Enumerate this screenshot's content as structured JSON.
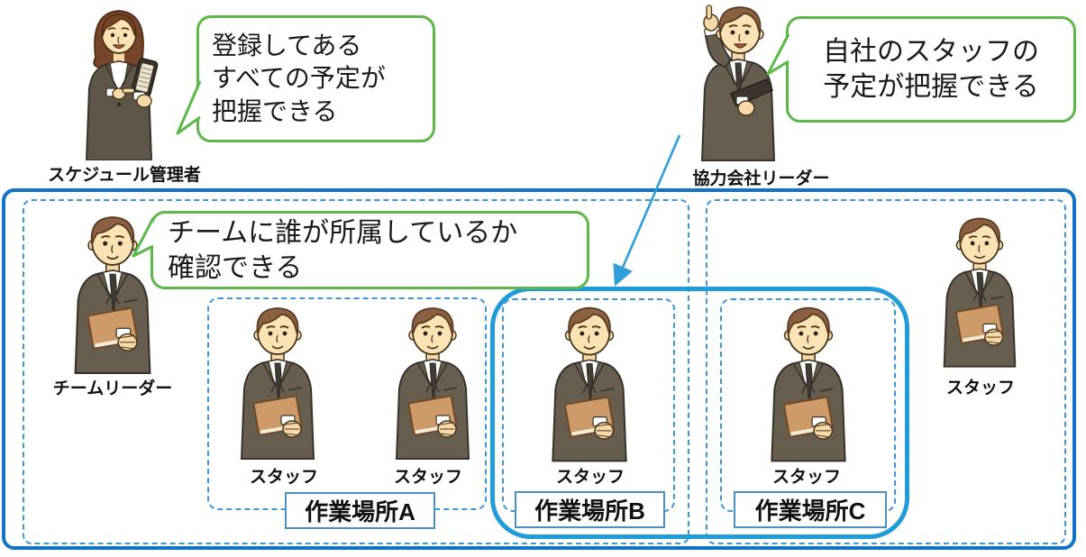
{
  "colors": {
    "outer_frame_blue": "#1173c5",
    "dashed_border_blue": "#3d96d5",
    "highlight_border_blue": "#1f9cd9",
    "speech_bubble_green": "#5cb848",
    "arrow_blue": "#2e9fd9",
    "site_label_border_blue": "#4a90c4",
    "text_black": "#1a1a1a"
  },
  "actors": {
    "schedule_manager": {
      "label": "スケジュール管理者",
      "figure": "woman-with-phone",
      "bubble_lines": [
        "登録してある",
        "すべての予定が",
        "把握できる"
      ]
    },
    "partner_company_leader": {
      "label": "協力会社リーダー",
      "figure": "man-pointing-up",
      "bubble_lines": [
        "自社のスタッフの",
        "予定が把握できる"
      ]
    },
    "team_leader": {
      "label": "チームリーダー",
      "figure": "man-with-book",
      "bubble_lines": [
        "チームに誰が所属しているか",
        "確認できる"
      ]
    },
    "outside_staff": {
      "label": "スタッフ",
      "figure": "man-with-book"
    }
  },
  "sites": [
    {
      "name": "作業場所A",
      "staff": [
        "スタッフ",
        "スタッフ"
      ]
    },
    {
      "name": "作業場所B",
      "staff": [
        "スタッフ"
      ]
    },
    {
      "name": "作業場所C",
      "staff": [
        "スタッフ"
      ]
    }
  ]
}
